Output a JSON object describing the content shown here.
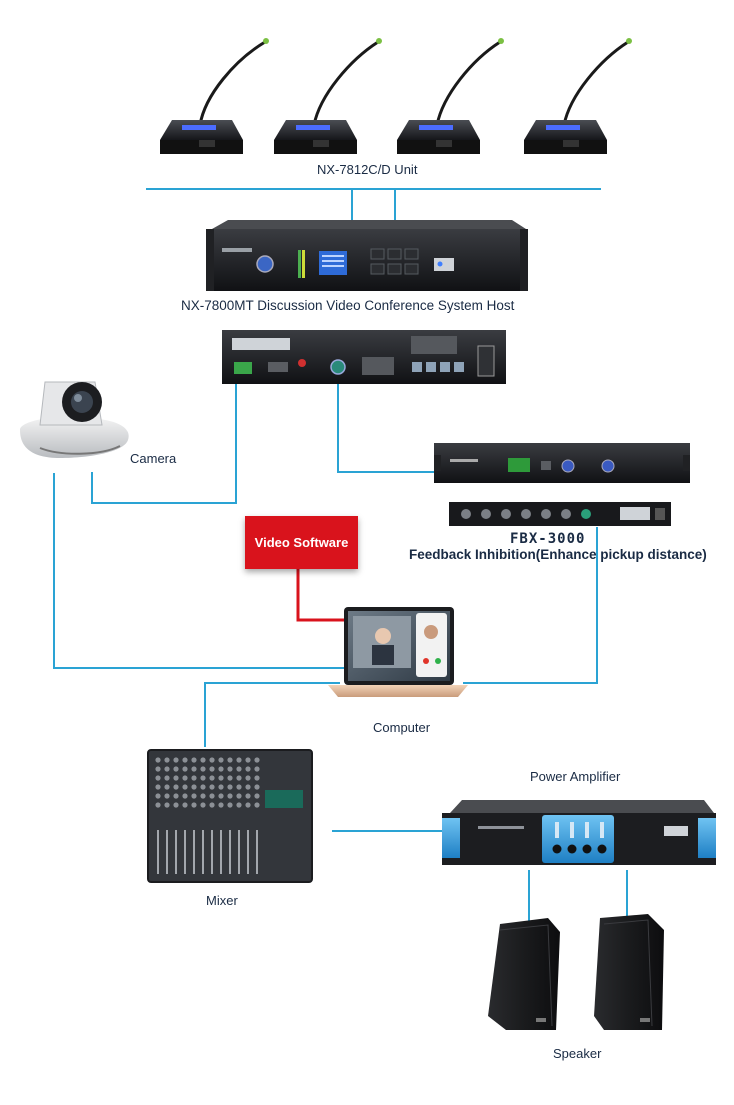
{
  "labels": {
    "units": "NX-7812C/D Unit",
    "host": "NX-7800MT Discussion Video Conference System Host",
    "camera": "Camera",
    "fbx_model": "FBX-3000",
    "fbx_desc": "Feedback Inhibition(Enhance pickup distance)",
    "video_software": "Video Software",
    "computer": "Computer",
    "power_amplifier": "Power Amplifier",
    "mixer": "Mixer",
    "speaker": "Speaker"
  },
  "colors": {
    "line": "#2aa3d4",
    "red_line": "#d9131c",
    "label": "#1a2b44",
    "device_dark": "#1d1e21",
    "amp_blue": "#3fa3e0"
  }
}
